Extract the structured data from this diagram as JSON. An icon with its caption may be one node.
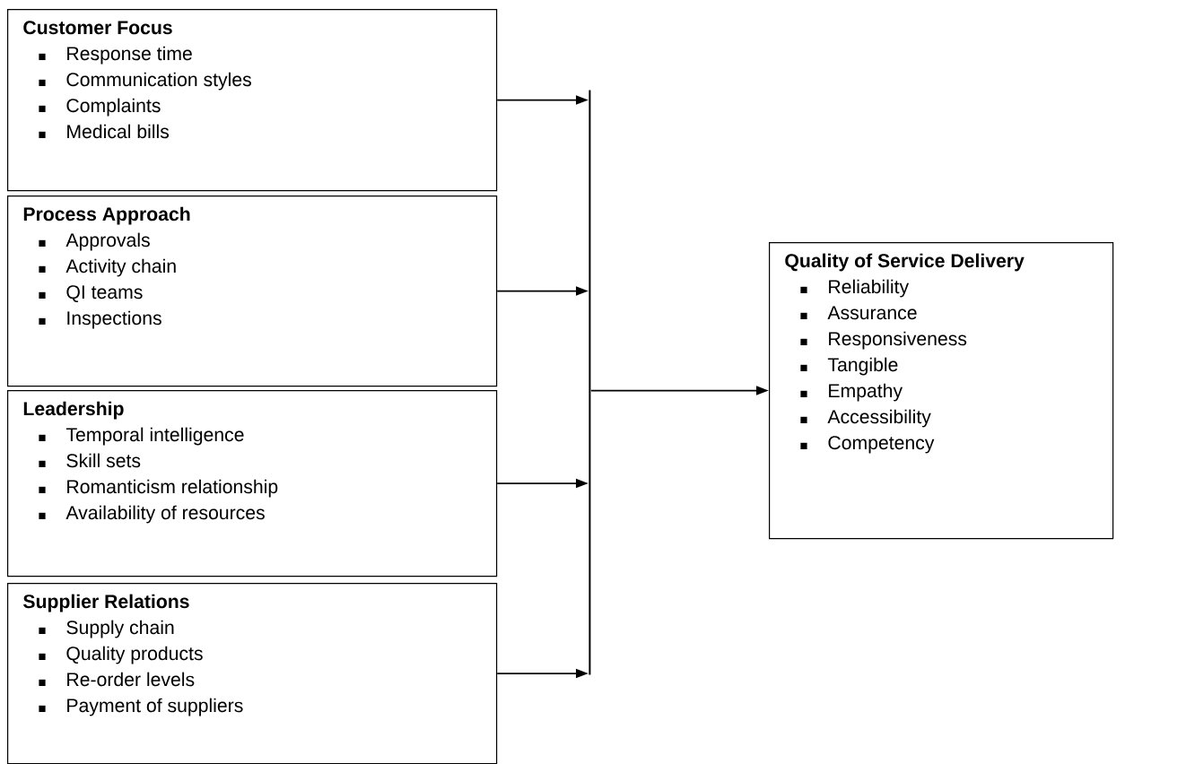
{
  "diagram": {
    "nodes": [
      {
        "text": [
          "Customer Focus",
          "Response time",
          "Communication styles",
          "Complaints",
          "Medical bills"
        ]
      },
      {
        "text": [
          "Process Approach",
          "Approvals",
          "Activity chain",
          "QI teams",
          "Inspections"
        ]
      },
      {
        "text": [
          "Leadership",
          "Temporal intelligence",
          "Skill sets",
          "Romanticism relationship",
          "Availability of resources"
        ]
      },
      {
        "text": [
          "Supplier Relations",
          "Supply chain",
          "Quality products",
          "Re-order levels",
          "Payment of suppliers"
        ]
      },
      {
        "text": [],
        "shape": "bar"
      },
      {
        "text": [
          "Quality of Service Delivery",
          "Reliability",
          "Assurance",
          "Responsiveness",
          "Tangible",
          "Empathy",
          "Accessibility",
          "Competency"
        ]
      }
    ],
    "edges": [
      {
        "from": 0,
        "to": 4,
        "arrow": "to"
      },
      {
        "from": 1,
        "to": 4,
        "arrow": "to"
      },
      {
        "from": 2,
        "to": 4,
        "arrow": "to"
      },
      {
        "from": 3,
        "to": 4,
        "arrow": "to"
      },
      {
        "from": 4,
        "to": 5,
        "arrow": "to"
      }
    ]
  }
}
